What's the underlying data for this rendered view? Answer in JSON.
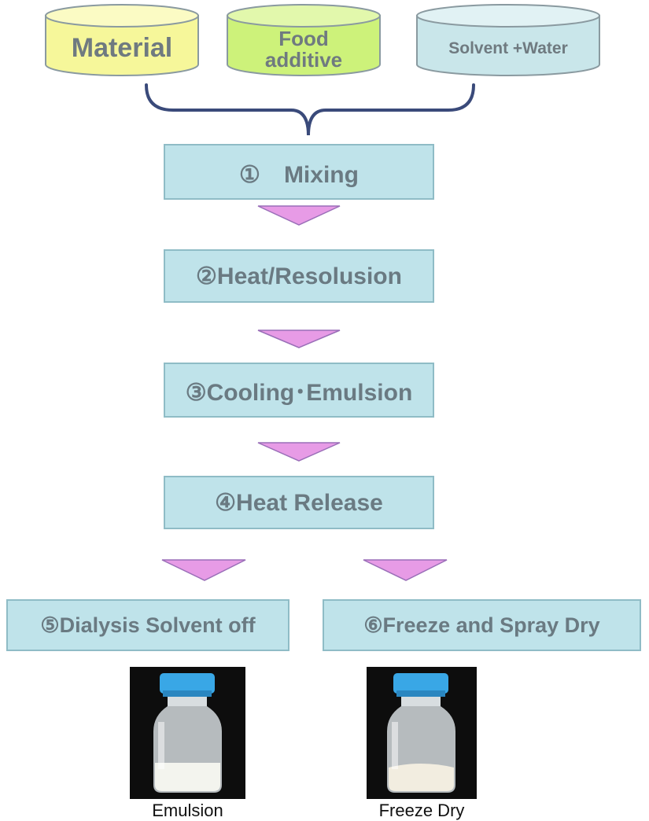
{
  "inputs": [
    {
      "label": "Material",
      "fill": "#f6f79a"
    },
    {
      "label_line1": "Food",
      "label_line2": "additive",
      "fill": "#cdf27a"
    },
    {
      "label": "Solvent +Water",
      "fill": "#c9e6ea"
    }
  ],
  "steps": [
    {
      "label": "①　Mixing"
    },
    {
      "label": "②Heat/Resolusion"
    },
    {
      "label": "③Cooling･Emulsion"
    },
    {
      "label": "④Heat Release"
    },
    {
      "label": "⑤Dialysis Solvent off"
    },
    {
      "label": "⑥Freeze and Spray Dry"
    }
  ],
  "products": [
    {
      "caption": "Emulsion"
    },
    {
      "caption": "Freeze Dry"
    }
  ],
  "colors": {
    "step_fill": "#bfe3ea",
    "step_border": "#8fbcc6",
    "arrow_fill": "#e79be6",
    "brace": "#3a4a7a",
    "vial_cap": "#39a7e6"
  }
}
